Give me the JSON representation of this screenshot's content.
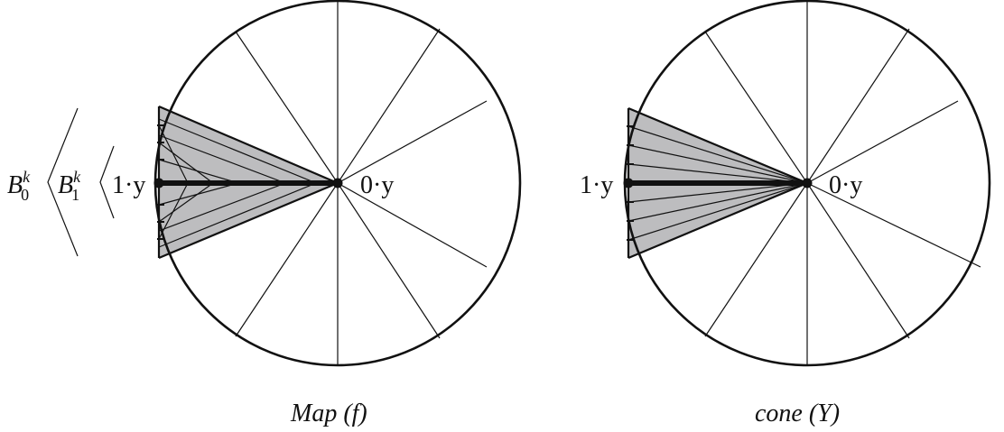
{
  "left_figure": {
    "caption": "Map (f)",
    "label_outer": "B",
    "label_outer_sup": "k",
    "label_outer_sub": "0",
    "label_inner": "B",
    "label_inner_sup": "k",
    "label_inner_sub": "1",
    "label_one": "1·y",
    "label_zero": "0·y"
  },
  "right_figure": {
    "caption": "cone (Y)",
    "label_one": "1·y",
    "label_zero": "0·y"
  },
  "colors": {
    "shade": "#bdbdbf",
    "stroke": "#111111",
    "background": "#ffffff"
  }
}
